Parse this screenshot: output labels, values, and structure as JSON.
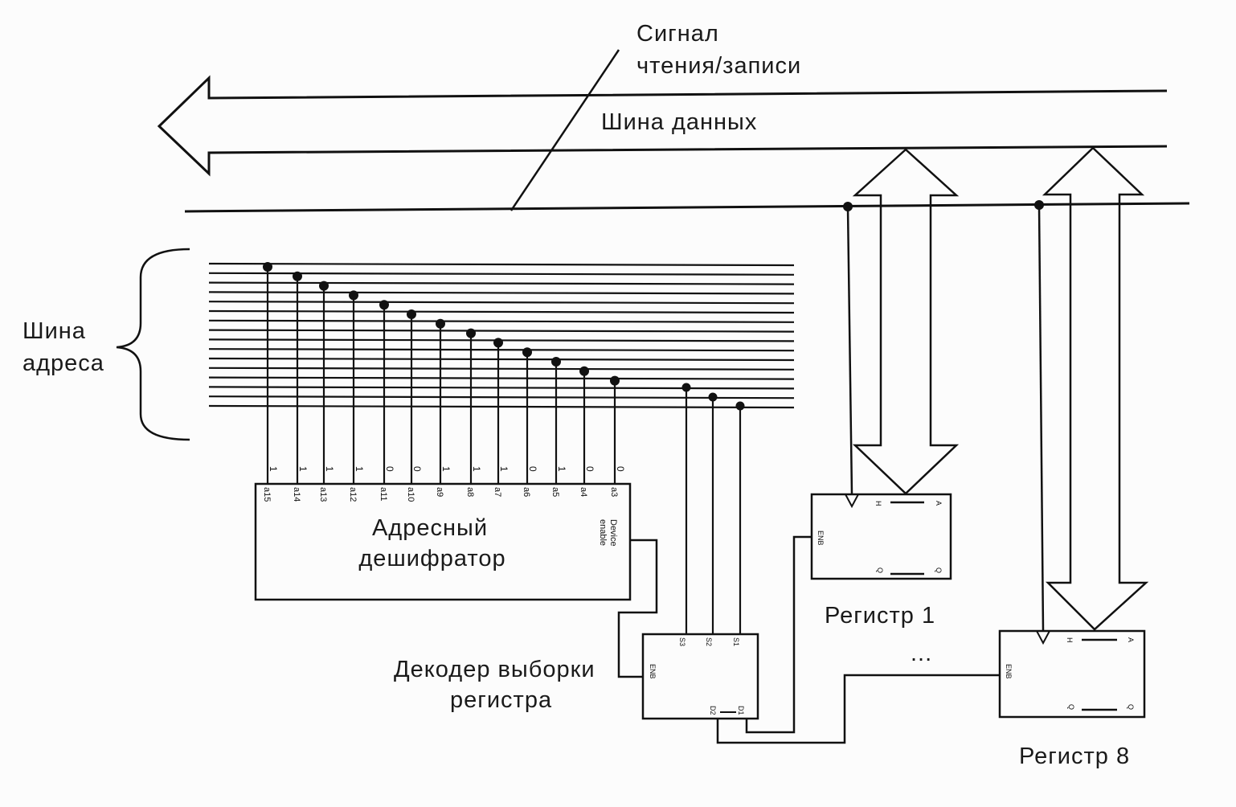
{
  "labels": {
    "signal_line1": "Сигнал",
    "signal_line2": "чтения/записи",
    "data_bus": "Шина данных",
    "address_bus_line1": "Шина",
    "address_bus_line2": "адреса",
    "address_decoder_line1": "Адресный",
    "address_decoder_line2": "дешифратор",
    "device_enable_line1": "Device",
    "device_enable_line2": "enable",
    "register_select_line1": "Декодер выборки",
    "register_select_line2": "регистра",
    "register1": "Регистр 1",
    "register8": "Регистр 8",
    "ellipsis": "..."
  },
  "address_pins": [
    {
      "name": "a15",
      "bit": "1"
    },
    {
      "name": "a14",
      "bit": "1"
    },
    {
      "name": "a13",
      "bit": "1"
    },
    {
      "name": "a12",
      "bit": "1"
    },
    {
      "name": "a11",
      "bit": "0"
    },
    {
      "name": "a10",
      "bit": "0"
    },
    {
      "name": "a9",
      "bit": "1"
    },
    {
      "name": "a8",
      "bit": "1"
    },
    {
      "name": "a7",
      "bit": "1"
    },
    {
      "name": "a6",
      "bit": "0"
    },
    {
      "name": "a5",
      "bit": "1"
    },
    {
      "name": "a4",
      "bit": "0"
    },
    {
      "name": "a3",
      "bit": "0"
    }
  ],
  "select_pins": [
    "S3",
    "S2",
    "S1"
  ],
  "select_outputs": [
    "D2",
    "D1"
  ],
  "register_pins": {
    "enable": "ENB",
    "in_h": "H",
    "in_a": "A",
    "out_q_left": "Q",
    "out_q_right": "Q"
  }
}
